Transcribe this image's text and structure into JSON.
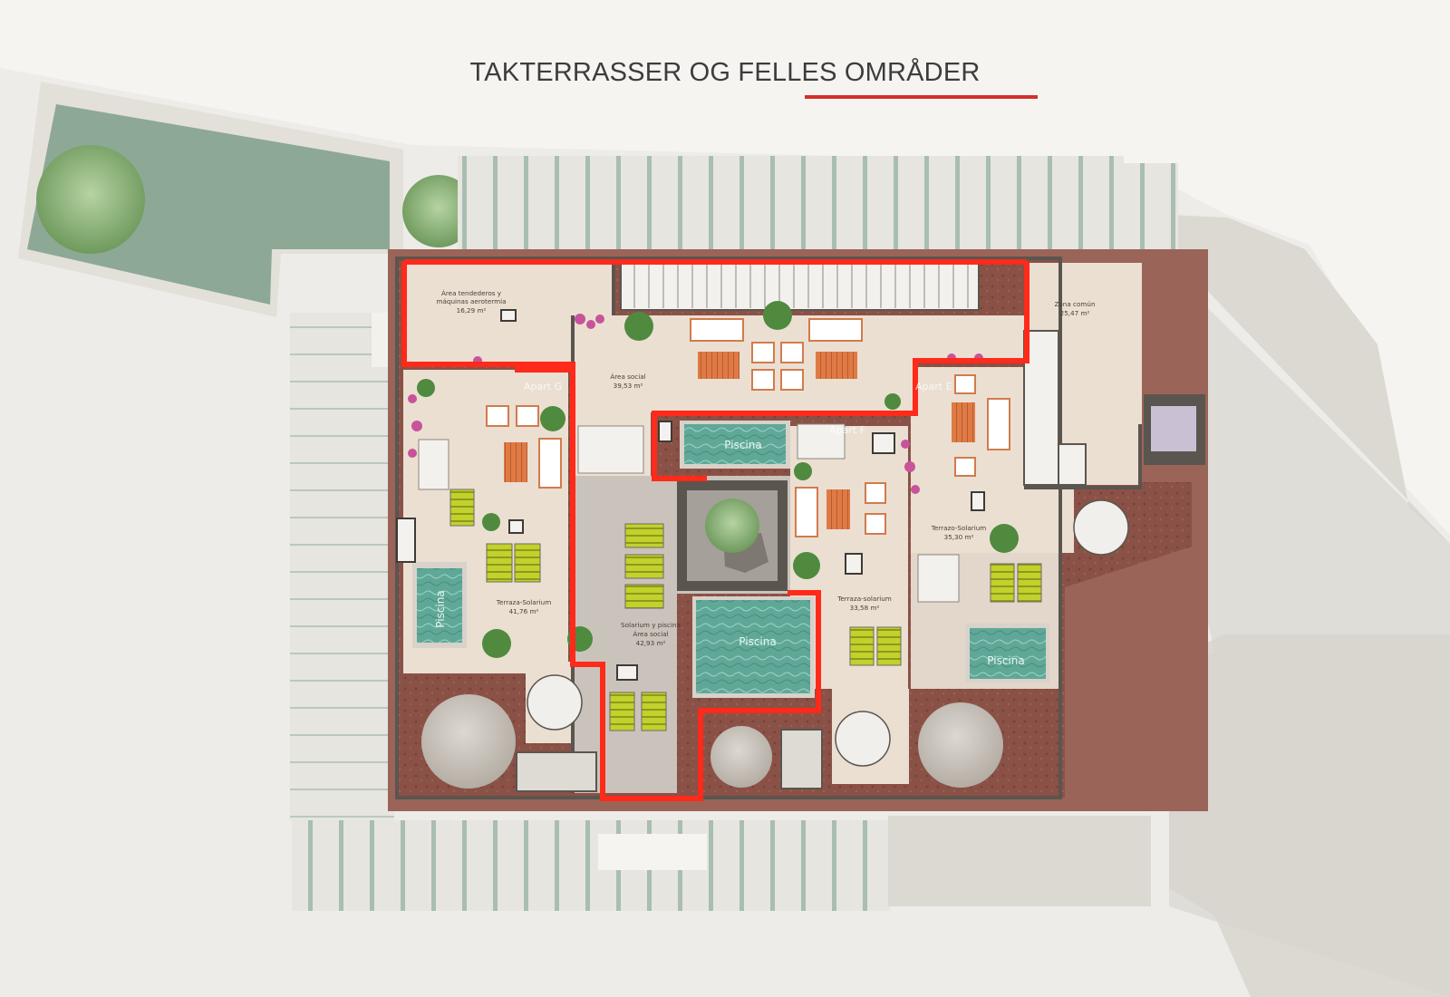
{
  "header": {
    "title_part1": "TAKTERRASSER OG ",
    "title_part2": "FELLES OMRÅDER"
  },
  "colors": {
    "accent": "#d4302b",
    "boundary": "#ff2a1a",
    "floor": "#e9ddd0",
    "pool": "#5fa898",
    "planter": "#8a5146",
    "wall": "#5b5550"
  },
  "areas": {
    "tendederos_name1": "Área tendederos y",
    "tendederos_name2": "máquinas aerotermia",
    "tendederos_size": "16,29 m²",
    "social_name": "Área social",
    "social_size": "39,53 m²",
    "comun_name": "Zona común",
    "comun_size": "25,47 m²",
    "terraza_g_name": "Terraza-Solarium",
    "terraza_g_size": "41,76 m²",
    "solarium_name1": "Solarium y piscina",
    "solarium_name2": "Área social",
    "solarium_size": "42,93 m²",
    "terraza_f_name": "Terraza-solarium",
    "terraza_f_size": "33,58 m²",
    "terraza_e_name": "Terrazo-Solarium",
    "terraza_e_size": "35,30 m²"
  },
  "pools": {
    "left": "Piscina",
    "top_center": "Piscina",
    "center": "Piscina",
    "right": "Piscina"
  },
  "apartments": {
    "g": "Apart G",
    "f": "Apart F",
    "e": "Apart E"
  }
}
